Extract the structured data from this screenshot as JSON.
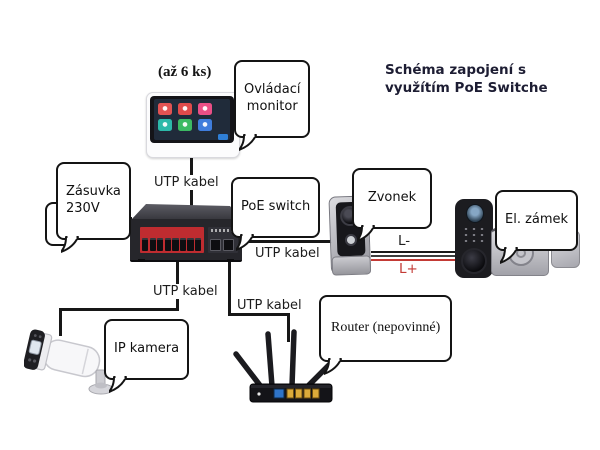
{
  "title": "Schéma zapojení s\nvyužítím PoE Switche",
  "labels": {
    "monitor_qty": "(až 6 ks)",
    "ovladaci_monitor": "Ovládací\nmonitor",
    "zasuvka": "Zásuvka\n230V",
    "poe_switch": "PoE switch",
    "zvonek": "Zvonek",
    "el_zamek": "El. zámek",
    "ip_kamera": "IP kamera",
    "router": "Router (nepovinné)",
    "utp": "UTP kabel"
  },
  "wires": {
    "negative_label": "L-",
    "positive_label": "L+",
    "negative_color": "#202020",
    "positive_color": "#c33a35"
  },
  "colors": {
    "title_text": "#1d1d33",
    "line": "#171717",
    "switch_panel_red": "#bf2c30"
  },
  "monitor_tiles": [
    "#e25353",
    "#e04b4b",
    "#ea4f86",
    "#2cb9a9",
    "#3cba63",
    "#3f7ddc"
  ]
}
